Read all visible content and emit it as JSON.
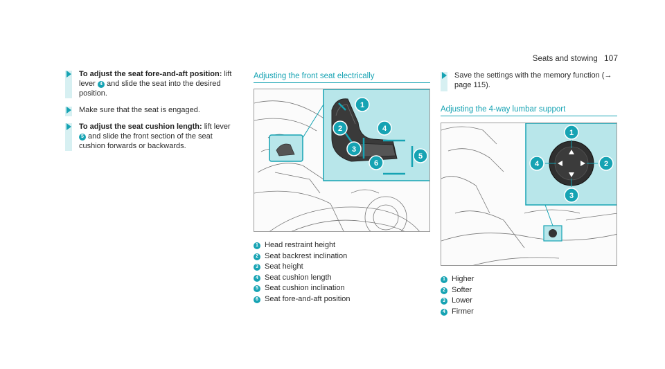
{
  "header": {
    "section": "Seats and stowing",
    "page_number": "107"
  },
  "left_column": {
    "steps": [
      {
        "bold": "To adjust the seat fore-and-aft position:",
        "text_a": " lift lever ",
        "num": "4",
        "text_b": " and slide the seat into the desired position."
      },
      {
        "text": "Make sure that the seat is engaged."
      },
      {
        "bold": "To adjust the seat cushion length:",
        "text_a": " lift lever ",
        "num": "5",
        "text_b": " and slide the front section of the seat cushion forwards or backwards."
      }
    ]
  },
  "middle_column": {
    "heading": "Adjusting the front seat electrically",
    "legend": [
      {
        "num": "1",
        "label": "Head restraint height"
      },
      {
        "num": "2",
        "label": "Seat backrest inclination"
      },
      {
        "num": "3",
        "label": "Seat height"
      },
      {
        "num": "4",
        "label": "Seat cushion length"
      },
      {
        "num": "5",
        "label": "Seat cushion inclination"
      },
      {
        "num": "6",
        "label": "Seat fore-and-aft position"
      }
    ],
    "callouts": [
      "1",
      "2",
      "3",
      "4",
      "5",
      "6"
    ]
  },
  "right_column": {
    "step": {
      "text_a": "Save the settings with the memory function (",
      "arrow": "→",
      "text_b": " page 115)."
    },
    "heading": "Adjusting the 4-way lumbar support",
    "legend": [
      {
        "num": "1",
        "label": "Higher"
      },
      {
        "num": "2",
        "label": "Softer"
      },
      {
        "num": "3",
        "label": "Lower"
      },
      {
        "num": "4",
        "label": "Firmer"
      }
    ],
    "callouts": [
      "1",
      "2",
      "3",
      "4"
    ]
  },
  "colors": {
    "accent": "#16a3b3",
    "panel": "#b8e6ea",
    "bar": "#d7f0f2"
  }
}
